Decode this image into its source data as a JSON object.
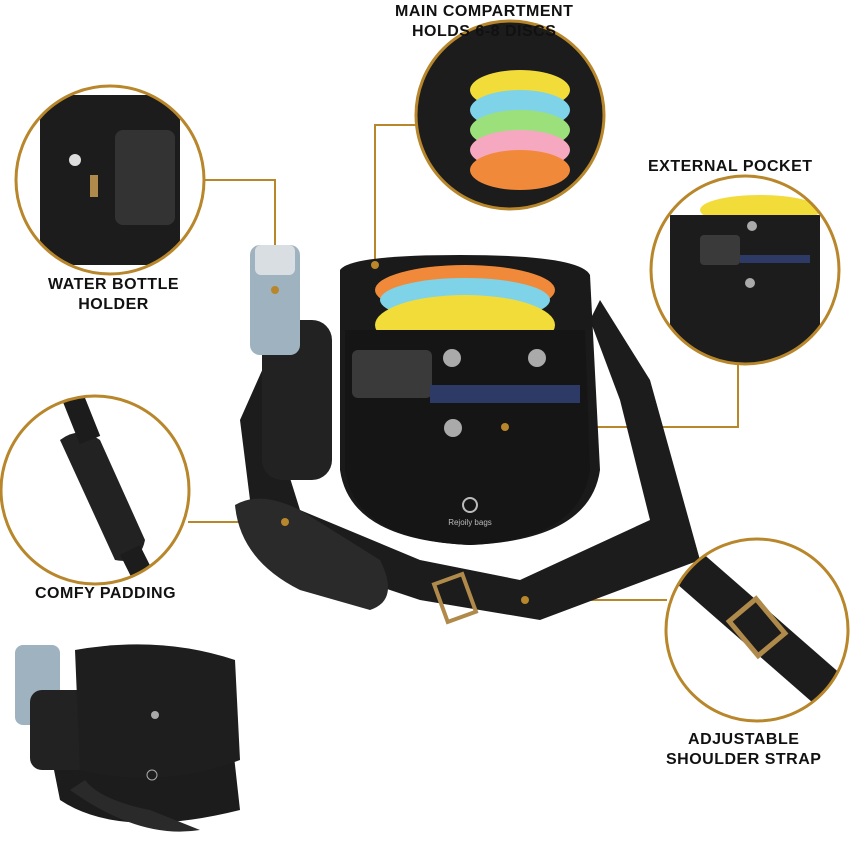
{
  "accent_color": "#b8862b",
  "labels": {
    "main_compartment": [
      "MAIN COMPARTMENT",
      "HOLDS 6-8 DISCS"
    ],
    "external_pocket": "EXTERNAL POCKET",
    "water_bottle": [
      "WATER BOTTLE",
      "HOLDER"
    ],
    "comfy_padding": "COMFY PADDING",
    "shoulder_strap": [
      "ADJUSTABLE",
      "SHOULDER STRAP"
    ]
  },
  "brand_logo": "Rejoily bags"
}
